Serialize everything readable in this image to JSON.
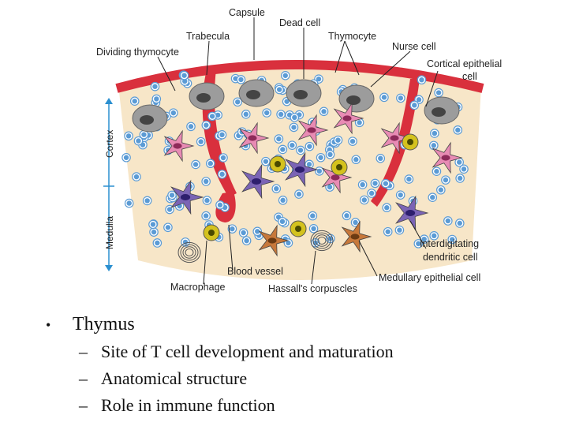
{
  "diagram": {
    "labels": {
      "capsule": "Capsule",
      "dead_cell": "Dead cell",
      "trabecula": "Trabecula",
      "thymocyte": "Thymocyte",
      "dividing_thymocyte": "Dividing thymocyte",
      "nurse_cell": "Nurse cell",
      "cortical_epithelial_cell_1": "Cortical epithelial",
      "cortical_epithelial_cell_2": "cell",
      "interdigitating_1": "Interdigitating",
      "interdigitating_2": "dendritic cell",
      "medullary_epithelial_cell": "Medullary epithelial cell",
      "blood_vessel": "Blood vessel",
      "macrophage": "Macrophage",
      "hassalls_corpuscles": "Hassall's corpuscles"
    },
    "axis": {
      "cortex": "Cortex",
      "medulla": "Medulla"
    },
    "colors": {
      "capsule": "#d9303d",
      "background": "#f7e6c8",
      "thymocyte": "#5b9bd5",
      "epithelial": "#e88bb4",
      "dendritic": "#7b64b5",
      "macrophage": "#d4c21e",
      "medullary_epithelial": "#c7783a",
      "nurse_cell": "#9c9c9c",
      "axis": "#2a8fd0"
    }
  },
  "bullets": {
    "main": "Thymus",
    "subs": [
      "Site of T cell development and maturation",
      "Anatomical structure",
      "Role in immune function"
    ]
  }
}
